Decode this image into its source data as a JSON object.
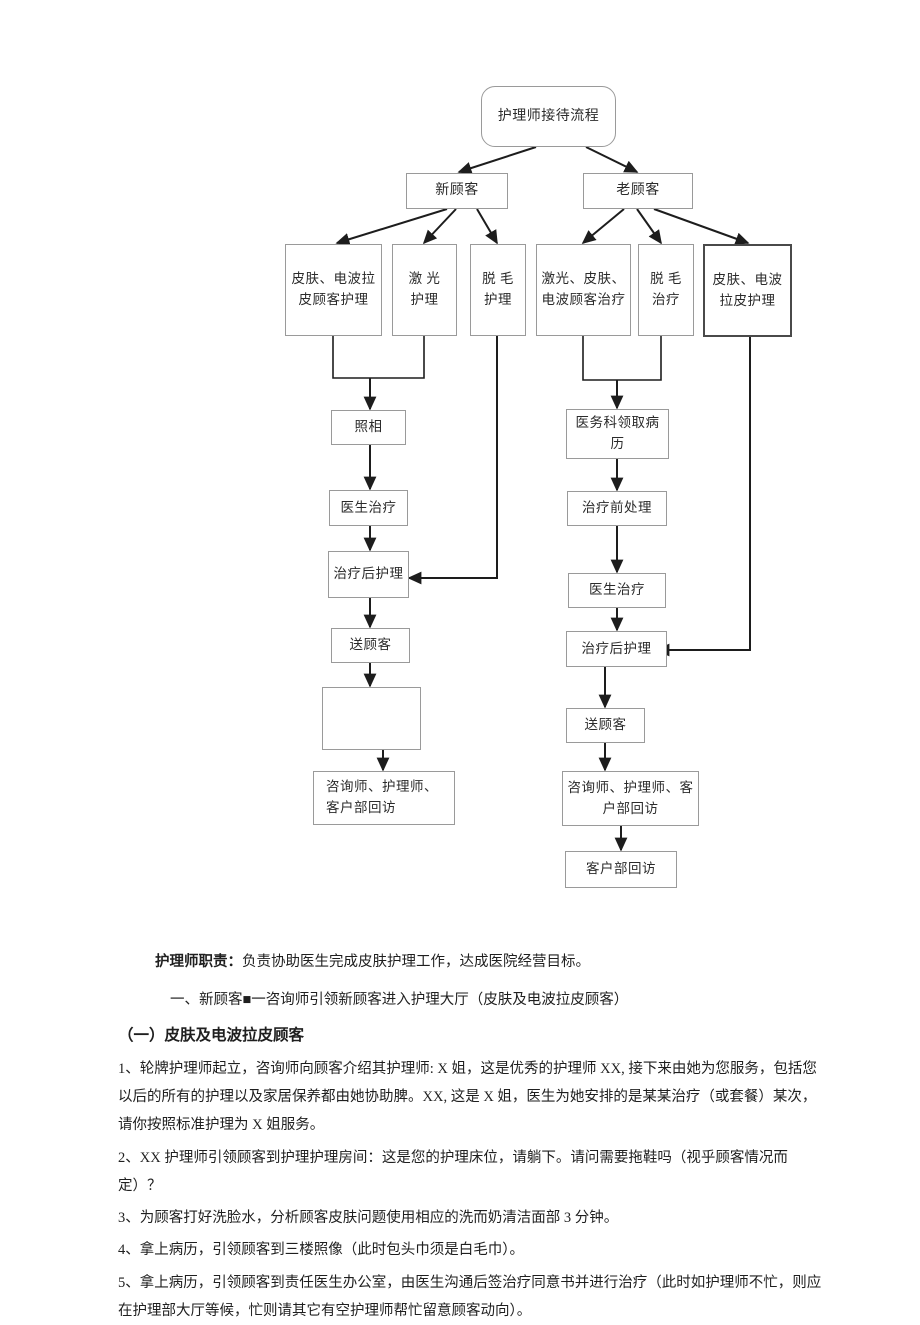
{
  "document": {
    "title": "护理师接待流程",
    "flowchart": {
      "root": {
        "label": "护理师接待流程"
      },
      "branches": [
        {
          "label": "新顾客"
        },
        {
          "label": "老顾客"
        }
      ],
      "new_customer_services": [
        {
          "label": "皮肤、电波拉皮顾客护理"
        },
        {
          "label": "激  光\n护理"
        },
        {
          "label": "脱  毛\n护理"
        }
      ],
      "old_customer_services": [
        {
          "label": "激光、皮肤、电波顾客治疗"
        },
        {
          "label": "脱  毛\n治疗"
        },
        {
          "label": "皮肤、电波拉皮护理",
          "emphasis": true
        }
      ],
      "new_customer_steps": [
        {
          "label": "照相"
        },
        {
          "label": "医生治疗"
        },
        {
          "label": "治疗后护理"
        },
        {
          "label": "送顾客"
        },
        {
          "label": ""
        },
        {
          "label": "咨询师、护理师、客户部回访"
        }
      ],
      "old_customer_steps": [
        {
          "label": "医务科领取病历"
        },
        {
          "label": "治疗前处理"
        },
        {
          "label": "医生治疗"
        },
        {
          "label": "治疗后护理"
        },
        {
          "label": "送顾客"
        },
        {
          "label": "咨询师、护理师、客户部回访"
        },
        {
          "label": "客户部回访"
        }
      ]
    },
    "body": {
      "duty_lead": "护理师职责：",
      "duty_text": "负责协助医生完成皮肤护理工作，达成医院经营目标。",
      "section_one": "一、新顾客■一咨询师引领新顾客进入护理大厅（皮肤及电波拉皮顾客）",
      "subsection_one": "（一）皮肤及电波拉皮顾客",
      "items": [
        "1、轮牌护理师起立，咨询师向顾客介绍其护理师: X 姐，这是优秀的护理师 XX, 接下来由她为您服务，包括您以后的所有的护理以及家居保养都由她协助脾。XX, 这是 X 姐，医生为她安排的是某某治疗（或套餐）某次，请你按照标准护理为 X 姐服务。",
        "2、XX 护理师引领顾客到护理护理房间：这是您的护理床位，请躺下。请问需要拖鞋吗（视乎顾客情况而定）？",
        "3、为顾客打好洗脸水，分析顾客皮肤问题使用相应的洗而奶清洁面部 3 分钟。",
        "4、拿上病历，引领顾客到三楼照像（此时包头巾须是白毛巾）。",
        "5、拿上病历，引领顾客到责任医生办公室，由医生沟通后签治疗同意书并进行治疗（此时如护理师不忙，则应在护理部大厅等候，忙则请其它有空护理师帮忙留意顾客动向）。"
      ]
    }
  }
}
